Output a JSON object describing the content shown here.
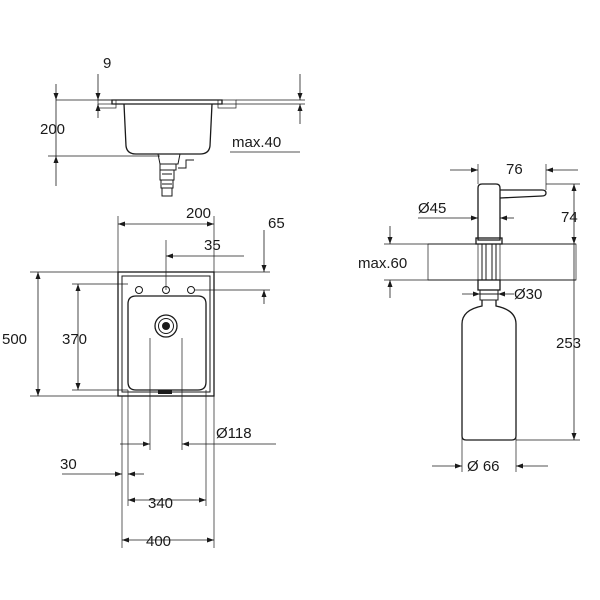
{
  "sink_side_view": {
    "dim_rim_thickness": "9",
    "dim_height": "200",
    "dim_max_counter": "max.40"
  },
  "sink_top_view": {
    "dim_inner_width_top": "200",
    "dim_tap_offset": "35",
    "dim_top_margin": "65",
    "dim_outer_depth": "500",
    "dim_inner_depth": "370",
    "dim_cutout_diameter": "Ø118",
    "dim_side_margin": "30",
    "dim_inner_width": "340",
    "dim_outer_width": "400"
  },
  "dispenser": {
    "dim_spout_reach": "76",
    "dim_head_diameter": "Ø45",
    "dim_head_height": "74",
    "dim_max_counter": "max.60",
    "dim_shaft_diameter": "Ø30",
    "dim_total_height": "253",
    "dim_bottle_diameter": "Ø 66"
  }
}
